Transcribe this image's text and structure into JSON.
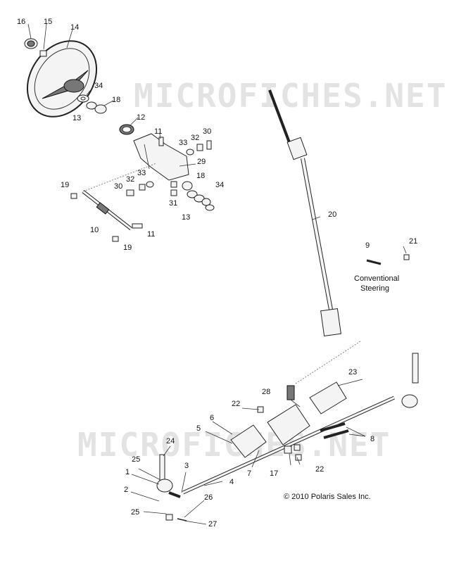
{
  "watermarks": [
    "MICROFICHES.NET",
    "MICROFICHES.NET"
  ],
  "callouts": {
    "c1": "1",
    "c2": "2",
    "c3": "3",
    "c4": "4",
    "c5": "5",
    "c6": "6",
    "c7": "7",
    "c8": "8",
    "c9": "9",
    "c10": "10",
    "c11a": "11",
    "c11b": "11",
    "c12": "12",
    "c13a": "13",
    "c13b": "13",
    "c14": "14",
    "c15": "15",
    "c16": "16",
    "c17": "17",
    "c18a": "18",
    "c18b": "18",
    "c19a": "19",
    "c19b": "19",
    "c20": "20",
    "c21": "21",
    "c22a": "22",
    "c22b": "22",
    "c23": "23",
    "c24": "24",
    "c25a": "25",
    "c25b": "25",
    "c26": "26",
    "c27": "27",
    "c28": "28",
    "c29": "29",
    "c30a": "30",
    "c30b": "30",
    "c31": "31",
    "c32a": "32",
    "c32b": "32",
    "c33a": "33",
    "c33b": "33",
    "c34a": "34",
    "c34b": "34"
  },
  "note": [
    "Conventional",
    "Steering"
  ],
  "copyright": "© 2010 Polaris Sales Inc."
}
